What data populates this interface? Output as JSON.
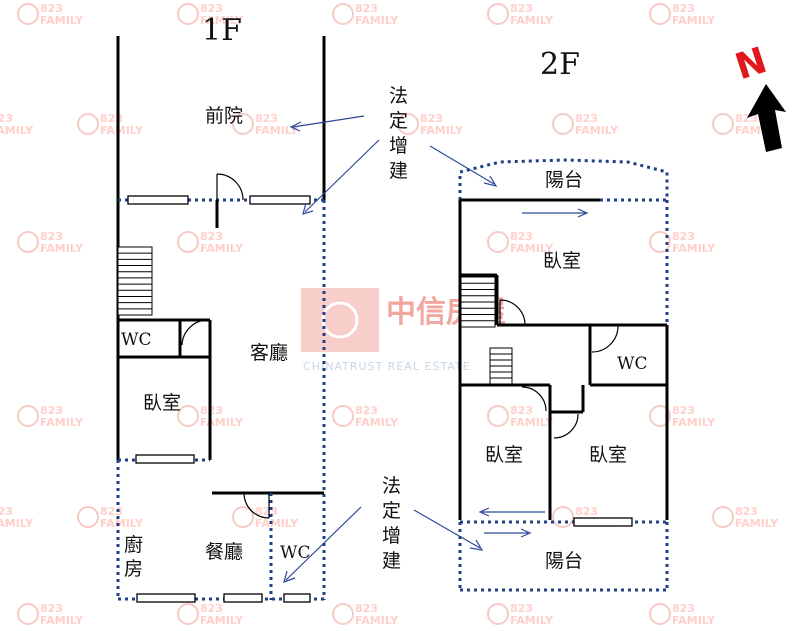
{
  "floors": {
    "first": "1F",
    "second": "2F"
  },
  "north": {
    "letter": "N",
    "letter_color": "#e0191f",
    "arrow_color": "#000000",
    "icon": "north-arrow-icon"
  },
  "rooms_1f": {
    "front_yard": "前院",
    "living_room": "客廳",
    "wc_upper": "WC",
    "bedroom": "臥室",
    "kitchen": [
      "廚",
      "房"
    ],
    "dining": "餐廳",
    "wc_lower": "WC"
  },
  "rooms_2f": {
    "balcony_top": "陽台",
    "bedroom_main": "臥室",
    "wc": "WC",
    "bedroom_left": "臥室",
    "bedroom_right": "臥室",
    "balcony_bottom": "陽台"
  },
  "notes": {
    "legal_extension_top": [
      "法",
      "定",
      "增",
      "建"
    ],
    "legal_extension_bottom": [
      "法",
      "定",
      "增",
      "建"
    ]
  },
  "watermark": {
    "repeat_text": "823 FAMILY",
    "center_cn": "中信房屋",
    "center_en": "CHINATRUST REAL ESTATE",
    "color": "#f2a6a0"
  }
}
